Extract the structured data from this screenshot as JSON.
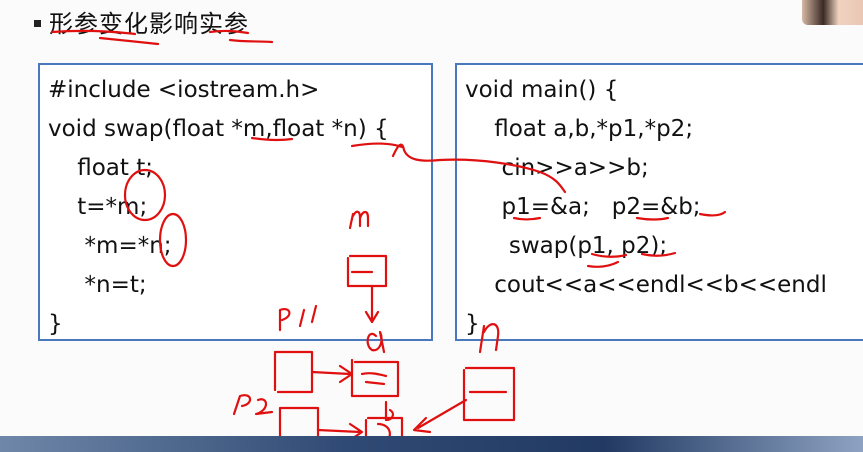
{
  "title": "形参变化影响实参",
  "left_code": [
    "#include <iostream.h>",
    "void swap(float *m,float *n) {",
    "    float t;",
    "    t=*m;",
    "     *m=*n;",
    "     *n=t;",
    "}"
  ],
  "right_code": [
    "void main() {",
    "    float a,b,*p1,*p2;",
    "     cin>>a>>b;",
    "     p1=&a;   p2=&b;",
    "      swap(p1, p2);",
    "    cout<<a<<endl<<b<<endl"
  ],
  "right_close": "}",
  "colors": {
    "box_border": "#4a78bd",
    "ink": "#e01010"
  }
}
